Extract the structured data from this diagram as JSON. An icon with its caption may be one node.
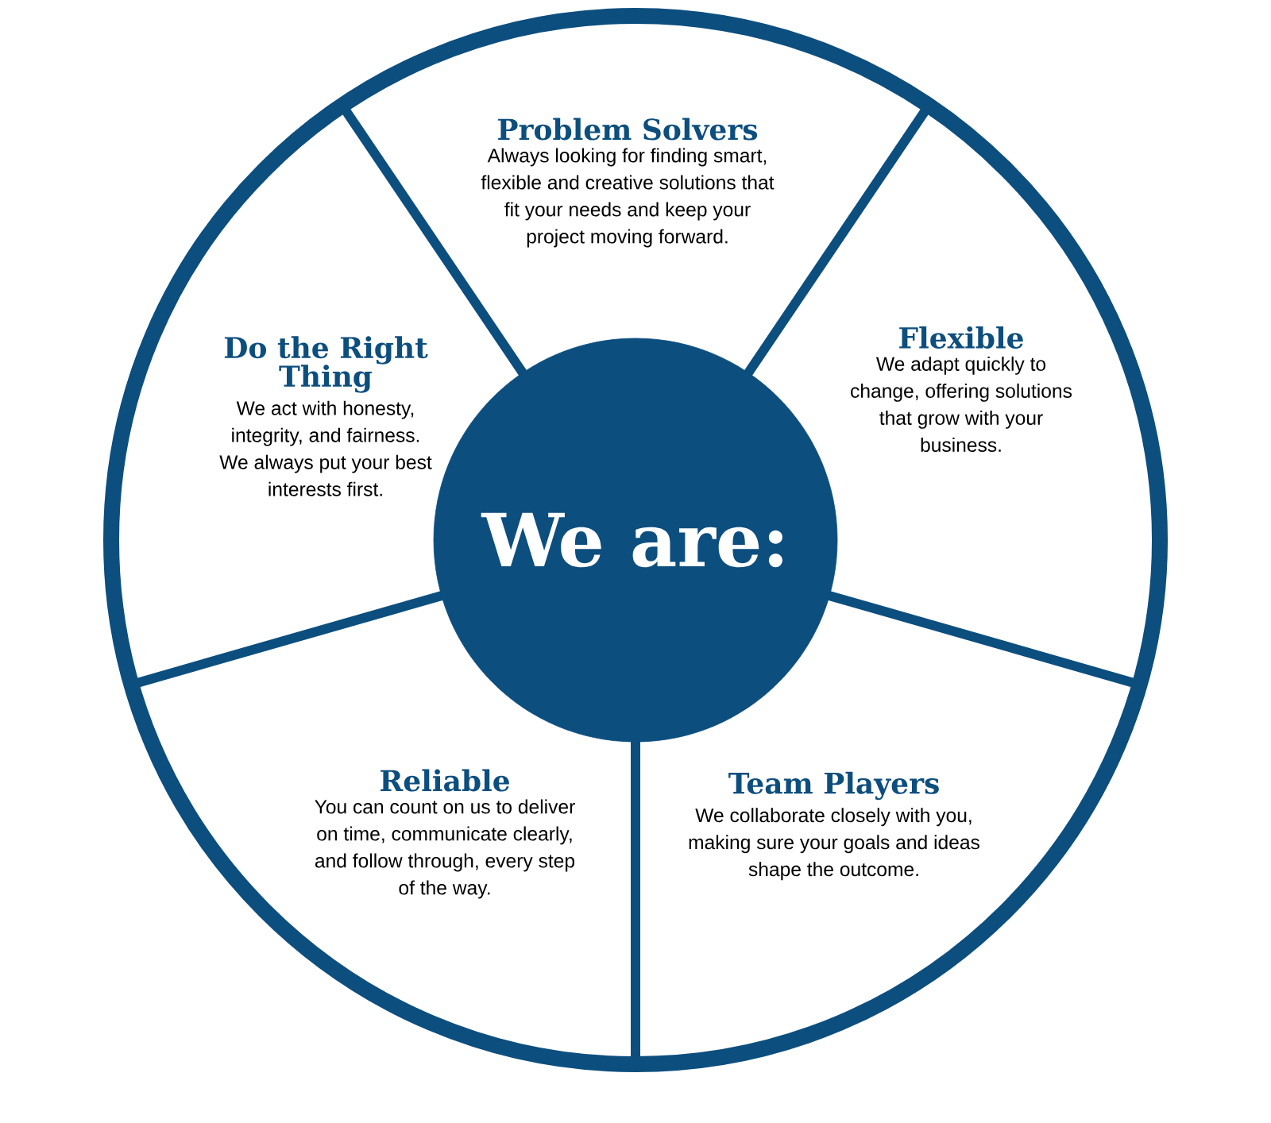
{
  "diagram": {
    "nodes": [
      {
        "text": [
          "We are:"
        ]
      },
      {
        "text": [
          "Problem Solvers",
          "Always looking for finding smart, flexible and creative solutions that fit your needs and keep your project moving forward."
        ]
      },
      {
        "text": [
          "Flexible",
          "We adapt quickly to change, offering solutions that grow with your business."
        ]
      },
      {
        "text": [
          "Team Players",
          "We collaborate closely with you, making sure your goals and ideas shape the outcome."
        ]
      },
      {
        "text": [
          "Reliable",
          "You can count on us to deliver on time, communicate clearly, and follow through, every step of the way."
        ]
      },
      {
        "text": [
          "Do the Right Thing",
          "We act with honesty, integrity, and fairness. We always put your best interests first."
        ]
      }
    ]
  }
}
